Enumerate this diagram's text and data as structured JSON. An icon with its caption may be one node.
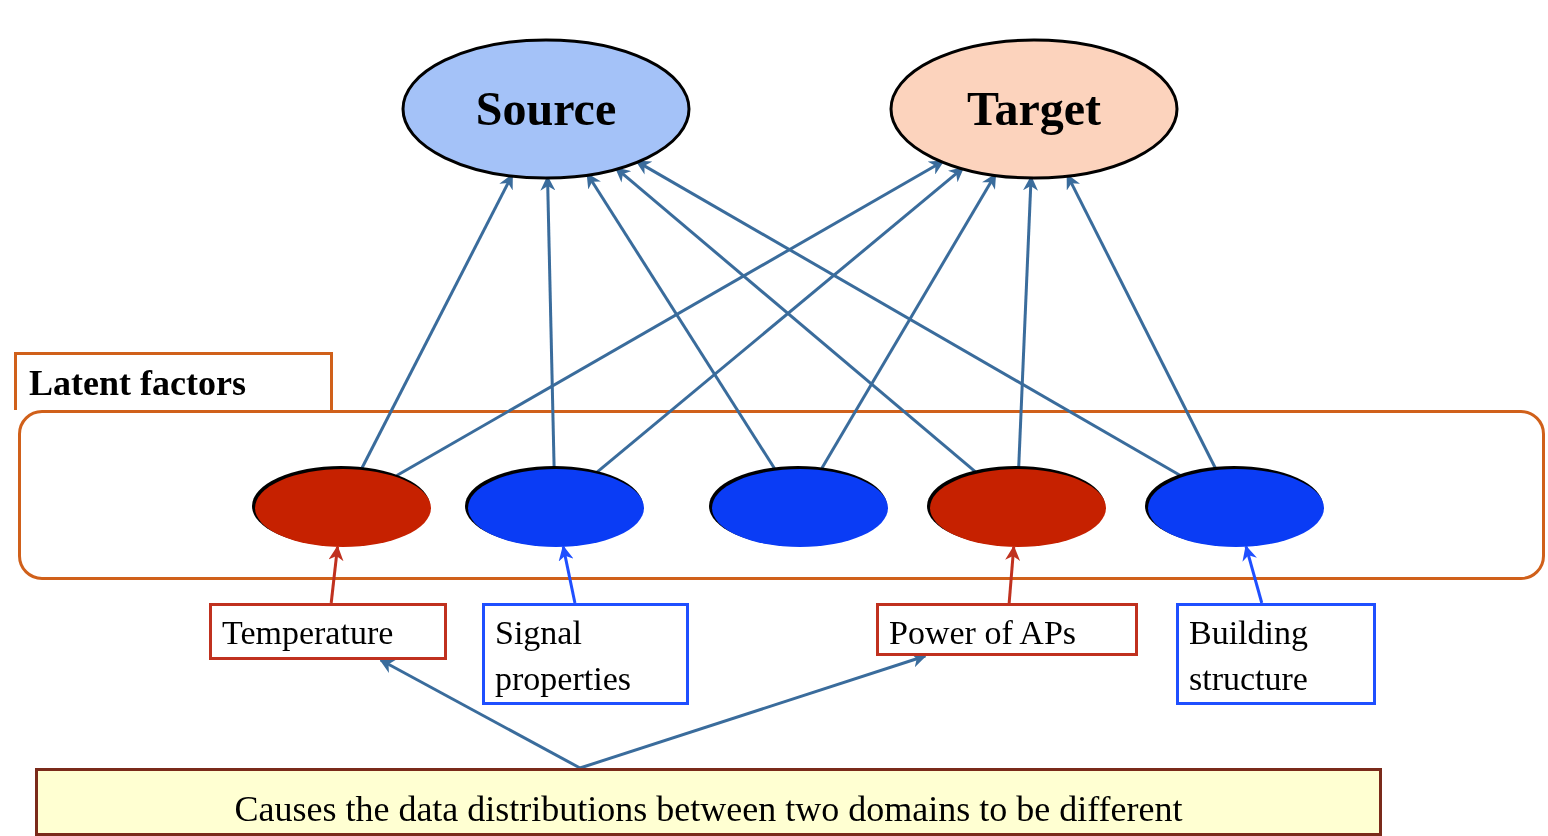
{
  "diagram": {
    "nodes": [
      {
        "text": [
          "Source"
        ]
      },
      {
        "text": [
          "Target"
        ]
      },
      {
        "text": [
          "Latent factors"
        ]
      },
      {
        "text": [],
        "shape": "ellipse",
        "in": 2
      },
      {
        "text": [],
        "shape": "ellipse",
        "in": 2
      },
      {
        "text": [],
        "shape": "ellipse",
        "in": 2
      },
      {
        "text": [],
        "shape": "ellipse",
        "in": 2
      },
      {
        "text": [],
        "shape": "ellipse",
        "in": 2
      },
      {
        "text": [
          "Temperature"
        ]
      },
      {
        "text": [
          "Signal properties"
        ]
      },
      {
        "text": [
          "Power of APs"
        ]
      },
      {
        "text": [
          "Building structure"
        ]
      },
      {
        "text": [
          "Causes the data distributions between two domains to be different"
        ]
      }
    ],
    "edges": [
      {
        "from": 3,
        "to": 0,
        "arrow": "to"
      },
      {
        "from": 3,
        "to": 1,
        "arrow": "to"
      },
      {
        "from": 4,
        "to": 0,
        "arrow": "to"
      },
      {
        "from": 4,
        "to": 1,
        "arrow": "to"
      },
      {
        "from": 5,
        "to": 0,
        "arrow": "to"
      },
      {
        "from": 5,
        "to": 1,
        "arrow": "to"
      },
      {
        "from": 6,
        "to": 0,
        "arrow": "to"
      },
      {
        "from": 6,
        "to": 1,
        "arrow": "to"
      },
      {
        "from": 7,
        "to": 0,
        "arrow": "to"
      },
      {
        "from": 7,
        "to": 1,
        "arrow": "to"
      },
      {
        "from": 8,
        "to": 3,
        "arrow": "to",
        "color": "#c0311f"
      },
      {
        "from": 9,
        "to": 4,
        "arrow": "to",
        "color": "#1f4fff"
      },
      {
        "from": 10,
        "to": 6,
        "arrow": "to",
        "color": "#c0311f"
      },
      {
        "from": 11,
        "to": 7,
        "arrow": "to",
        "color": "#1f4fff"
      },
      {
        "from": 12,
        "to": 8,
        "arrow": "to"
      },
      {
        "from": 12,
        "to": 10,
        "arrow": "to"
      }
    ]
  }
}
